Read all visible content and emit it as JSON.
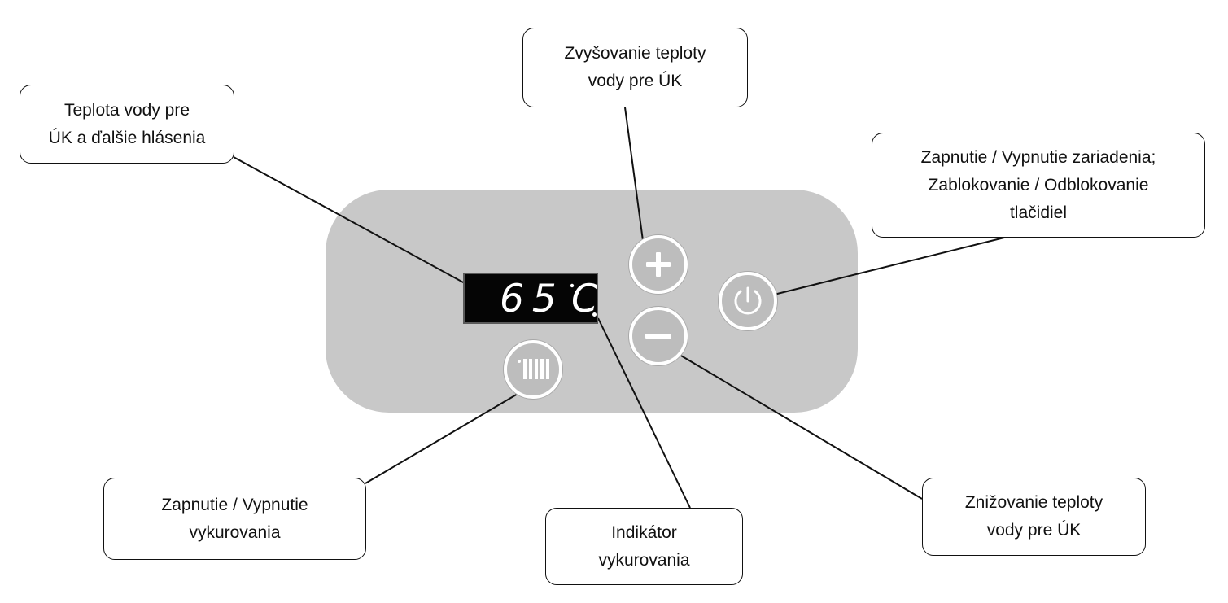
{
  "display": {
    "readout": "65°C",
    "digits": "65",
    "unit": "C"
  },
  "callouts": {
    "temperature": {
      "line1": "Teplota vody pre",
      "line2": "ÚK a ďalšie hlásenia"
    },
    "increase": {
      "line1": "Zvyšovanie teploty",
      "line2": "vody pre ÚK"
    },
    "power": {
      "line1": "Zapnutie / Vypnutie zariadenia;",
      "line2": "Zablokovanie / Odblokovanie",
      "line3": "tlačidiel"
    },
    "heating_toggle": {
      "line1": "Zapnutie / Vypnutie",
      "line2": "vykurovania"
    },
    "indicator": {
      "line1": "Indikátor",
      "line2": "vykurovania"
    },
    "decrease": {
      "line1": "Znižovanie teploty",
      "line2": "vody pre ÚK"
    }
  },
  "icons": {
    "plus": "plus-icon",
    "minus": "minus-icon",
    "power": "power-icon",
    "heating": "radiator-icon"
  },
  "colors": {
    "panel": "#c8c8c8",
    "button": "#bdbdbd",
    "button_border": "#ffffff",
    "display_background": "#050505",
    "display_text": "#ffffff",
    "line": "#111111"
  }
}
